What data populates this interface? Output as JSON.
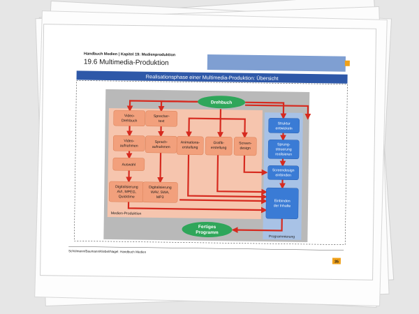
{
  "slide": {
    "header_small": "Handbuch Medien | Kapitel 19: Medienproduktion",
    "header_title": "19.6 Multimedia-Produktion",
    "banner_title": "Realisationsphase einer Multimedia-Produktion: Übersicht",
    "footer_left": "Schülmann/Baumann/Klebel/Nagel: Handbuch Medien",
    "page_number": "35"
  },
  "colors": {
    "banner_blue": "#2e58a8",
    "accent_orange": "#f0a11a",
    "medien_area": "#f6c5ae",
    "prog_area": "#a8c2e6",
    "orange_box": "#f2a07c",
    "blue_box": "#3a7bd5",
    "green_node": "#2fa65a",
    "arrow_red": "#d62a1f"
  },
  "flow": {
    "start": "Drehbuch",
    "end_line1": "Fertiges",
    "end_line2": "Programm",
    "region_medien": "Medien-Produktion",
    "region_prog": "Programmierung",
    "medien_boxes": [
      {
        "lines": [
          "Video-",
          "Drehbuch"
        ]
      },
      {
        "lines": [
          "Sprecher-",
          "text"
        ]
      },
      {
        "lines": [
          "Video-",
          "aufnahmen"
        ]
      },
      {
        "lines": [
          "Sprach-",
          "aufnahmen"
        ]
      },
      {
        "lines": [
          "Animations-",
          "erstellung"
        ]
      },
      {
        "lines": [
          "Grafik-",
          "erstellung"
        ]
      },
      {
        "lines": [
          "Screen-",
          "design"
        ]
      },
      {
        "lines": [
          "Auswahl"
        ]
      },
      {
        "lines": [
          "Digitalisierung",
          "AVI, MPEG,",
          "Quicktime"
        ]
      },
      {
        "lines": [
          "Digitalisierung",
          "WAV, SWA,",
          "MP3"
        ]
      }
    ],
    "prog_boxes": [
      {
        "lines": [
          "Struktur",
          "entwickeln"
        ]
      },
      {
        "lines": [
          "Sprung-",
          "steuerung",
          "realisieren"
        ]
      },
      {
        "lines": [
          "Screendesign",
          "einbinden"
        ]
      },
      {
        "lines": [
          "Einbinden",
          "der Inhalte"
        ]
      }
    ]
  }
}
